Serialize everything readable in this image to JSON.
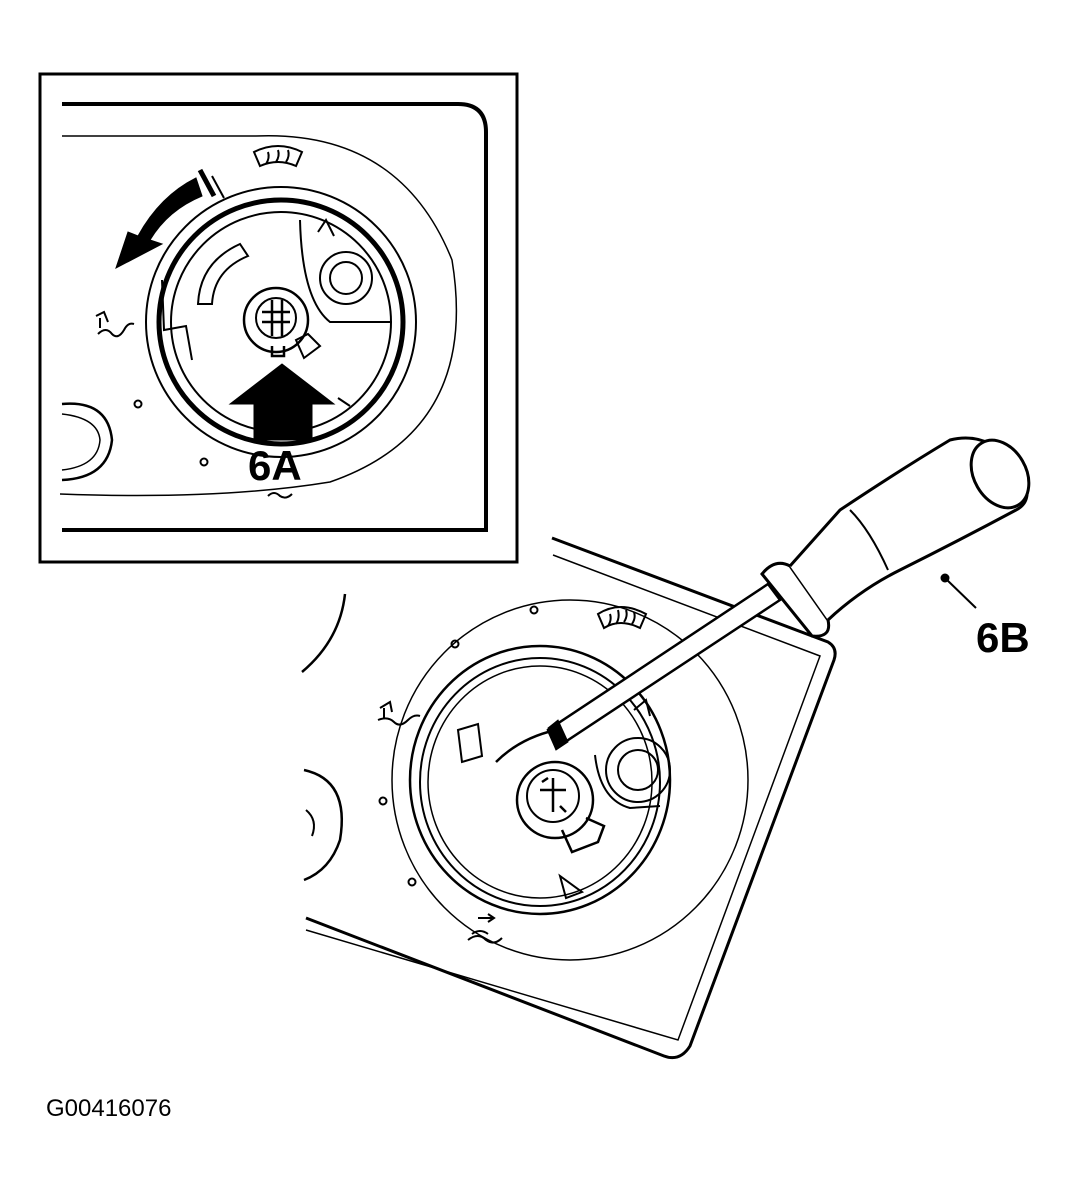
{
  "labels": {
    "step_6a": "6A",
    "step_6b": "6B"
  },
  "figure_id": "G00416076",
  "icons": [
    "defrost-icon",
    "floor-vent-icon",
    "panel-vent-icon",
    "direction-arrow-icon",
    "screwdriver-icon"
  ],
  "colors": {
    "ink": "#000000",
    "paper": "#ffffff"
  }
}
